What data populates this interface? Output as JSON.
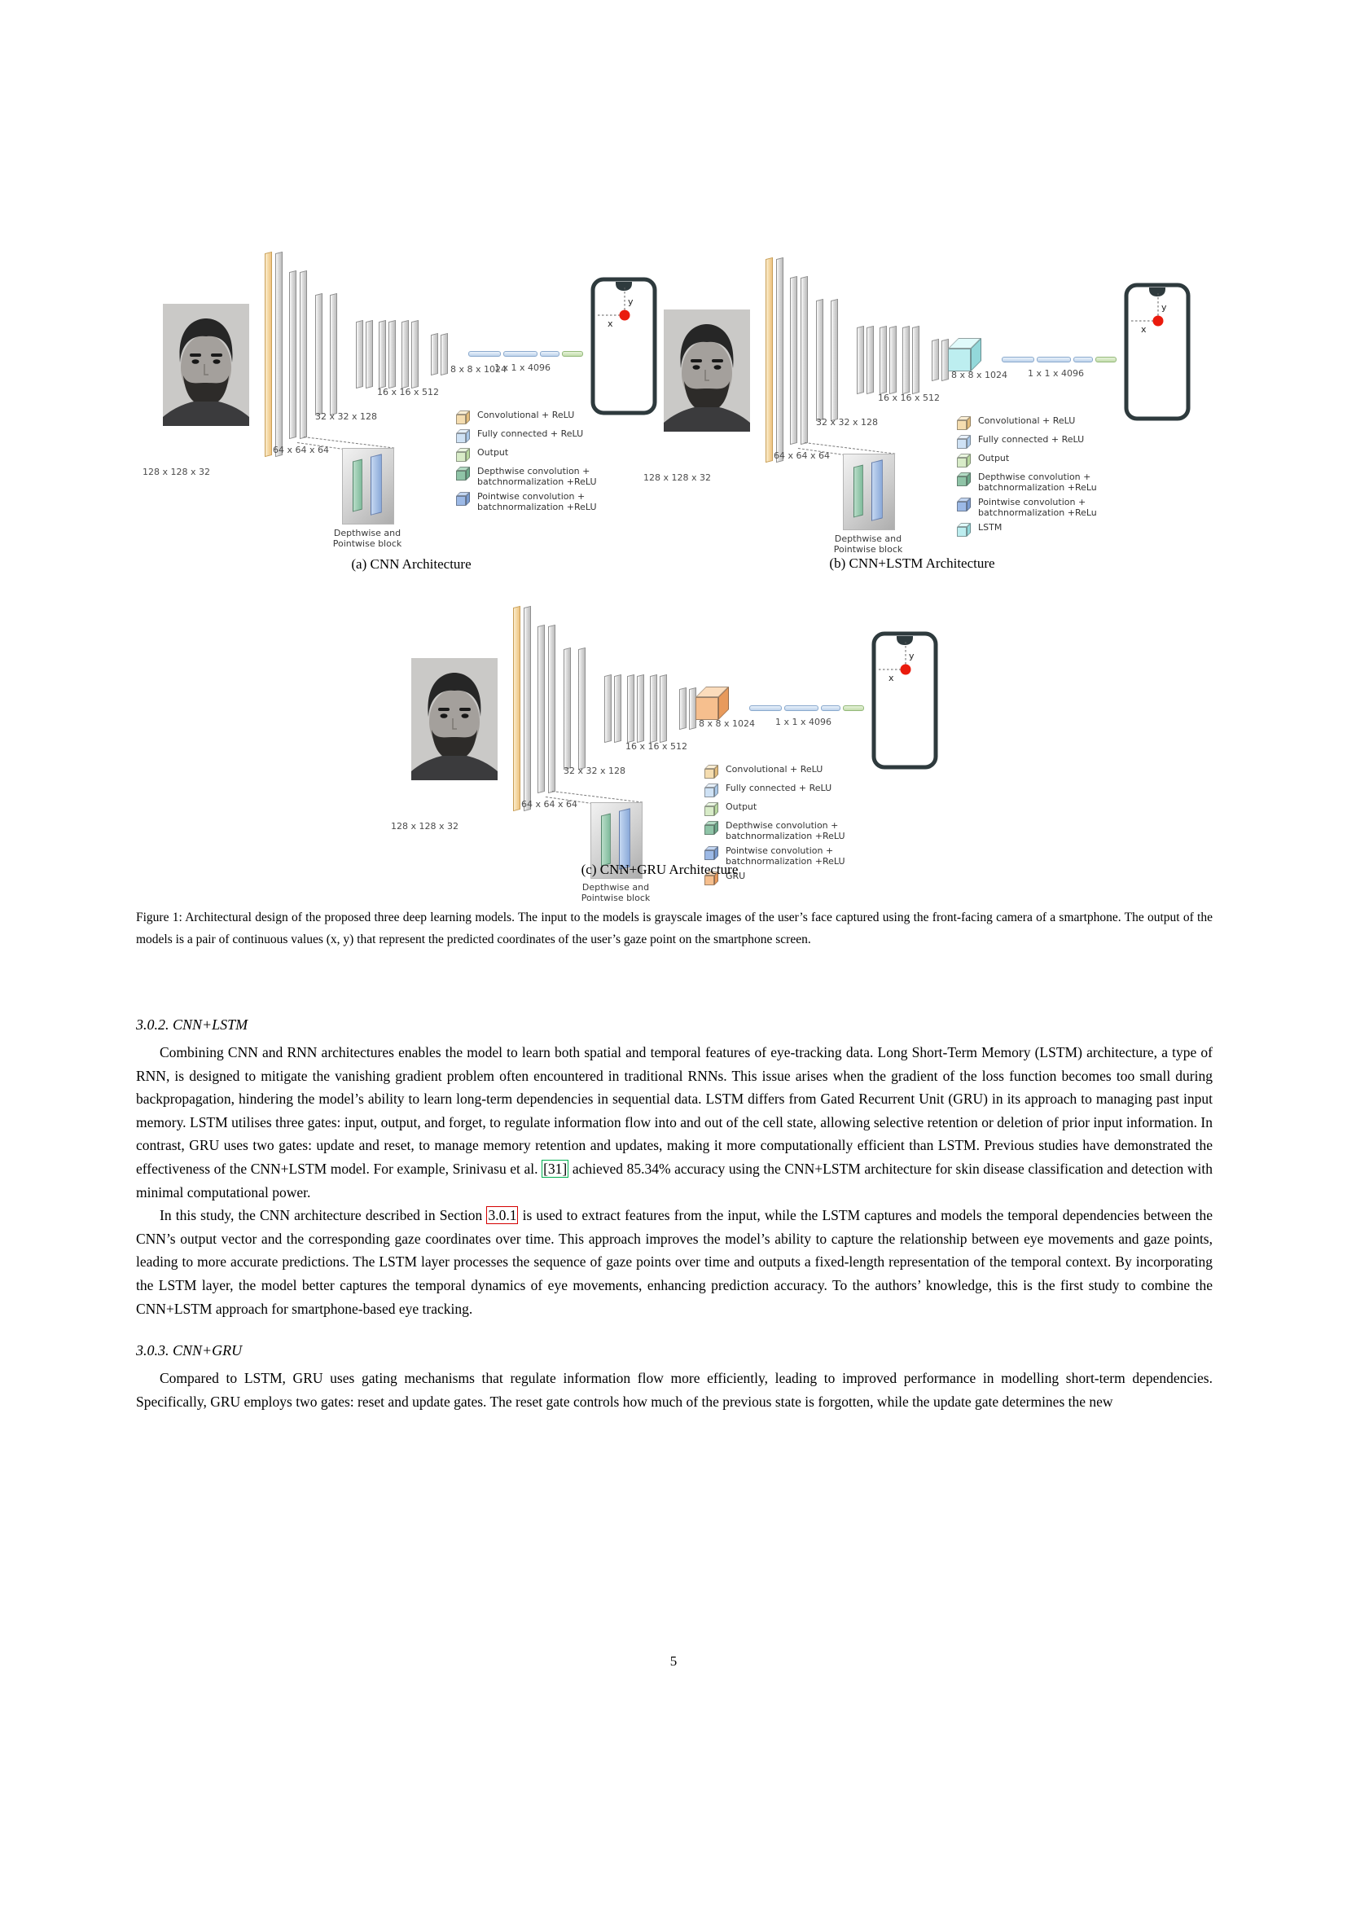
{
  "page": {
    "number": "5"
  },
  "figure": {
    "caption": "Figure 1: Architectural design of the proposed three deep learning models. The input to the models is grayscale images of the user’s face captured using the front-facing camera of a smartphone. The output of the models is a pair of continuous values (x, y) that represent the predicted coordinates of the user’s gaze point on the smartphone screen.",
    "legend_colors": {
      "conv": {
        "face": "#f5ddb0",
        "top": "#fbeed4",
        "side": "#e3bd7d"
      },
      "fc": {
        "face": "#cfe2f5",
        "top": "#e7f1fb",
        "side": "#aac8e8"
      },
      "output": {
        "face": "#d8ecc8",
        "top": "#eaf6e0",
        "side": "#b8d8a0"
      },
      "depthwise": {
        "face": "#8fc4a7",
        "top": "#b4dcc5",
        "side": "#6da88a"
      },
      "pointwise": {
        "face": "#9cb9e6",
        "top": "#c3d6f2",
        "side": "#7a9bd0"
      },
      "lstm": {
        "face": "#bdeef0",
        "top": "#e0fafa",
        "side": "#93d8da"
      },
      "gru": {
        "face": "#f6bf8e",
        "top": "#fbdcbc",
        "side": "#e89a5c"
      }
    },
    "diagrams": [
      {
        "id": "a",
        "caption": "(a) CNN Architecture",
        "dim_labels": [
          "128 x 128 x 32",
          "64 x 64 x 64",
          "32 x 32 x 128",
          "16 x 16 x 512",
          "8 x 8 x 1024",
          "1 x 1 x 4096"
        ],
        "inset_label": "Depthwise and\nPointwise block",
        "gaze_axes": {
          "x": "x",
          "y": "y"
        },
        "rnn": null,
        "legend": [
          {
            "key": "conv",
            "label": "Convolutional + ReLU"
          },
          {
            "key": "fc",
            "label": "Fully connected + ReLU"
          },
          {
            "key": "output",
            "label": "Output"
          },
          {
            "key": "depthwise",
            "label": "Depthwise convolution +\nbatchnormalization +ReLU"
          },
          {
            "key": "pointwise",
            "label": "Pointwise convolution +\nbatchnormalization +ReLU"
          }
        ]
      },
      {
        "id": "b",
        "caption": "(b) CNN+LSTM Architecture",
        "dim_labels": [
          "128 x 128 x 32",
          "64 x 64 x 64",
          "32 x 32 x 128",
          "16 x 16 x 512",
          "8 x 8 x 1024",
          "1 x 1 x 4096"
        ],
        "inset_label": "Depthwise and\nPointwise block",
        "gaze_axes": {
          "x": "x",
          "y": "y"
        },
        "rnn": {
          "name": "LSTM",
          "key": "lstm"
        },
        "legend": [
          {
            "key": "conv",
            "label": "Convolutional + ReLU"
          },
          {
            "key": "fc",
            "label": "Fully connected + ReLU"
          },
          {
            "key": "output",
            "label": "Output"
          },
          {
            "key": "depthwise",
            "label": "Depthwise convolution +\nbatchnormalization +ReLu"
          },
          {
            "key": "pointwise",
            "label": "Pointwise convolution +\nbatchnormalization +ReLu"
          },
          {
            "key": "lstm",
            "label": "LSTM"
          }
        ]
      },
      {
        "id": "c",
        "caption": "(c) CNN+GRU Architecture",
        "dim_labels": [
          "128 x 128 x 32",
          "64 x 64 x 64",
          "32 x 32 x 128",
          "16 x 16 x 512",
          "8 x 8 x 1024",
          "1 x 1 x 4096"
        ],
        "inset_label": "Depthwise and\nPointwise block",
        "gaze_axes": {
          "x": "x",
          "y": "y"
        },
        "rnn": {
          "name": "GRU",
          "key": "gru"
        },
        "legend": [
          {
            "key": "conv",
            "label": "Convolutional + ReLU"
          },
          {
            "key": "fc",
            "label": "Fully connected + ReLU"
          },
          {
            "key": "output",
            "label": "Output"
          },
          {
            "key": "depthwise",
            "label": "Depthwise convolution +\nbatchnormalization +ReLU"
          },
          {
            "key": "pointwise",
            "label": "Pointwise convolution +\nbatchnormalization +ReLU"
          },
          {
            "key": "gru",
            "label": "GRU"
          }
        ]
      }
    ]
  },
  "sections": [
    {
      "heading": "3.0.2. CNN+LSTM",
      "paragraphs": [
        [
          {
            "text": "Combining CNN and RNN architectures enables the model to learn both spatial and temporal features of eye-tracking data. Long Short-Term Memory (LSTM) architecture, a type of RNN, is designed to mitigate the vanishing gradient problem often encountered in traditional RNNs. This issue arises when the gradient of the loss function becomes too small during backpropagation, hindering the model’s ability to learn long-term dependencies in sequential data. LSTM differs from Gated Recurrent Unit (GRU) in its approach to managing past input memory. LSTM utilises three gates: input, output, and forget, to regulate information flow into and out of the cell state, allowing selective retention or deletion of prior input information. In contrast, GRU uses two gates: update and reset, to manage memory retention and updates, making it more computationally efficient than LSTM. Previous studies have demonstrated the effectiveness of the CNN+LSTM model. For example, Srinivasu et al. "
          },
          {
            "text": "[31]",
            "box": "green"
          },
          {
            "text": " achieved 85.34% accuracy using the CNN+LSTM architecture for skin disease classification and detection with minimal computational power."
          }
        ],
        [
          {
            "text": "In this study, the CNN architecture described in Section "
          },
          {
            "text": "3.0.1",
            "box": "red"
          },
          {
            "text": " is used to extract features from the input, while the LSTM captures and models the temporal dependencies between the CNN’s output vector and the corresponding gaze coordinates over time. This approach improves the model’s ability to capture the relationship between eye movements and gaze points, leading to more accurate predictions. The LSTM layer processes the sequence of gaze points over time and outputs a fixed-length representation of the temporal context. By incorporating the LSTM layer, the model better captures the temporal dynamics of eye movements, enhancing prediction accuracy. To the authors’ knowledge, this is the first study to combine the CNN+LSTM approach for smartphone-based eye tracking."
          }
        ]
      ]
    },
    {
      "heading": "3.0.3. CNN+GRU",
      "paragraphs": [
        [
          {
            "text": "Compared to LSTM, GRU uses gating mechanisms that regulate information flow more efficiently, leading to improved performance in modelling short-term dependencies. Specifically, GRU employs two gates: reset and update gates. The reset gate controls how much of the previous state is forgotten, while the update gate determines the new"
          }
        ]
      ]
    }
  ]
}
